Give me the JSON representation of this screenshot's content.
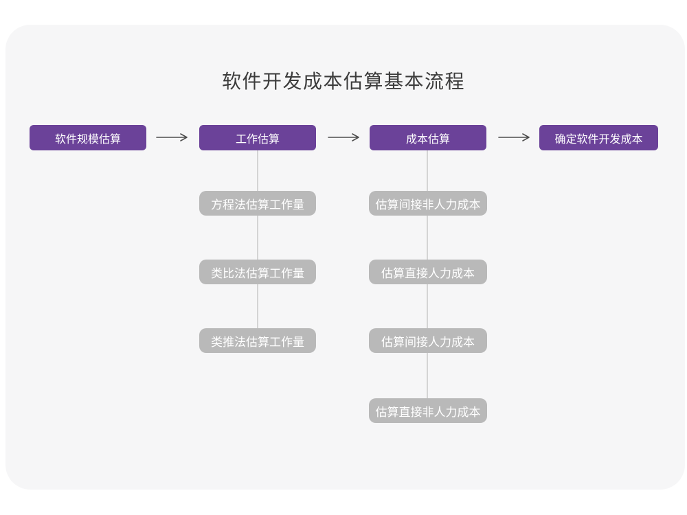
{
  "title": "软件开发成本估算基本流程",
  "colors": {
    "page_background": "#ffffff",
    "card_background": "#f6f6f7",
    "primary_node": "#6b4299",
    "secondary_node": "#b9b9b9",
    "connector_line": "#d4d4d4",
    "arrow_stroke": "#4d4d4d",
    "title_text": "#3b3b3b",
    "node_text": "#ffffff"
  },
  "flow": {
    "stages": [
      {
        "label": "软件规模估算",
        "children": []
      },
      {
        "label": "工作估算",
        "children": [
          "方程法估算工作量",
          "类比法估算工作量",
          "类推法估算工作量"
        ]
      },
      {
        "label": "成本估算",
        "children": [
          "估算间接非人力成本",
          "估算直接人力成本",
          "估算间接人力成本",
          "估算直接非人力成本"
        ]
      },
      {
        "label": "确定软件开发成本",
        "children": []
      }
    ],
    "arrow_glyph": "→"
  }
}
